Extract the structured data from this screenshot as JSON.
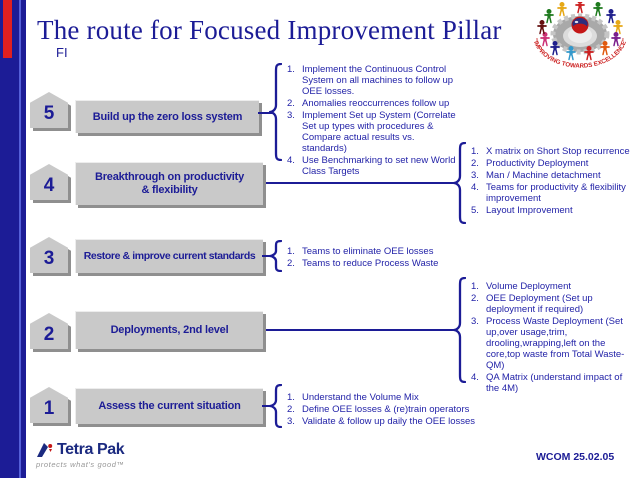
{
  "colors": {
    "navy": "#1c1c96",
    "list_blue": "#2323a8",
    "red": "#e02020",
    "box_gray": "#c9c9c9",
    "box_shadow_gray": "#8f8f8f",
    "stripe_blue": "#5560d8",
    "logo_text_red": "#cc2222",
    "tagline_gray": "#979797"
  },
  "slide": {
    "title": "The route for Focused Improvement Pillar",
    "subtitle": "FI",
    "footer_code": "WCOM 25.02.05"
  },
  "steps": [
    {
      "number": "5",
      "label": "Build up the zero loss system",
      "items": [
        "Implement the Continuous Control System on all machines to follow up OEE losses.",
        "Anomalies reoccurrences follow up",
        "Implement Set up System (Correlate Set up types with procedures & Compare actual results vs. standards)",
        "Use Benchmarking to set new World Class Targets"
      ]
    },
    {
      "number": "4",
      "label": "Breakthrough on productivity & flexibility",
      "items": [
        "X matrix on Short Stop recurrence",
        "Productivity Deployment",
        "Man / Machine detachment",
        "Teams for productivity & flexibility improvement",
        "Layout Improvement"
      ]
    },
    {
      "number": "3",
      "label": "Restore & improve current standards",
      "items": [
        "Teams to eliminate OEE losses",
        "Teams to reduce Process Waste"
      ]
    },
    {
      "number": "2",
      "label": "Deployments, 2nd level",
      "items": [
        "Volume Deployment",
        "OEE Deployment (Set up deployment if required)",
        "Process Waste Deployment (Set up,over usage,trim, drooling,wrapping,left on the core,top waste from Total Waste-QM)",
        "QA Matrix (understand impact of the 4M)"
      ]
    },
    {
      "number": "1",
      "label": "Assess the current situation",
      "items": [
        "Understand the Volume Mix",
        "Define OEE losses & (re)train operators",
        "Validate & follow up daily the OEE losses"
      ]
    }
  ],
  "logos": {
    "excellence_text": "\"IMPROVING TOWARDS EXCELLENCE\"",
    "tetra_pak_name": "Tetra Pak",
    "tetra_pak_tagline": "protects what's good™"
  }
}
